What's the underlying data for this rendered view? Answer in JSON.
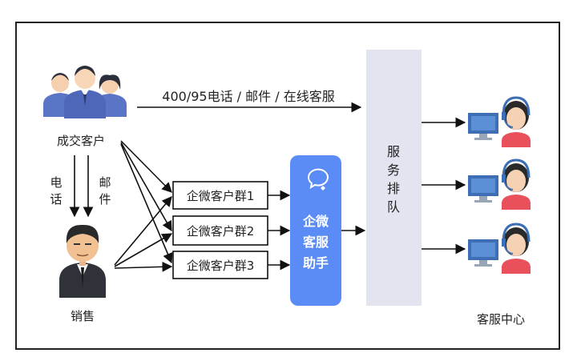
{
  "channels_label": "400/95电话 / 邮件 / 在线客服",
  "customer_label": "成交客户",
  "phone_label": [
    "电",
    "话"
  ],
  "mail_label": [
    "邮",
    "件"
  ],
  "sales_label": "销售",
  "groups": [
    "企微客户群1",
    "企微客户群2",
    "企微客户群3"
  ],
  "assistant_label": [
    "企微",
    "客服",
    "助手"
  ],
  "queue_label": [
    "服",
    "务",
    "排",
    "队"
  ],
  "service_center_label": "客服中心",
  "icons": {
    "customers": "customer-group-icon",
    "sales": "salesperson-icon",
    "wechat": "wechat-bubble-icon",
    "agent": "support-agent-icon"
  },
  "colors": {
    "assistant_box": "#5b8cf5",
    "queue_box": "#e2e4f0",
    "agent_shirt": "#e8505b",
    "monitor": "#3c6fb3",
    "customer_suit": "#5b75c6"
  }
}
